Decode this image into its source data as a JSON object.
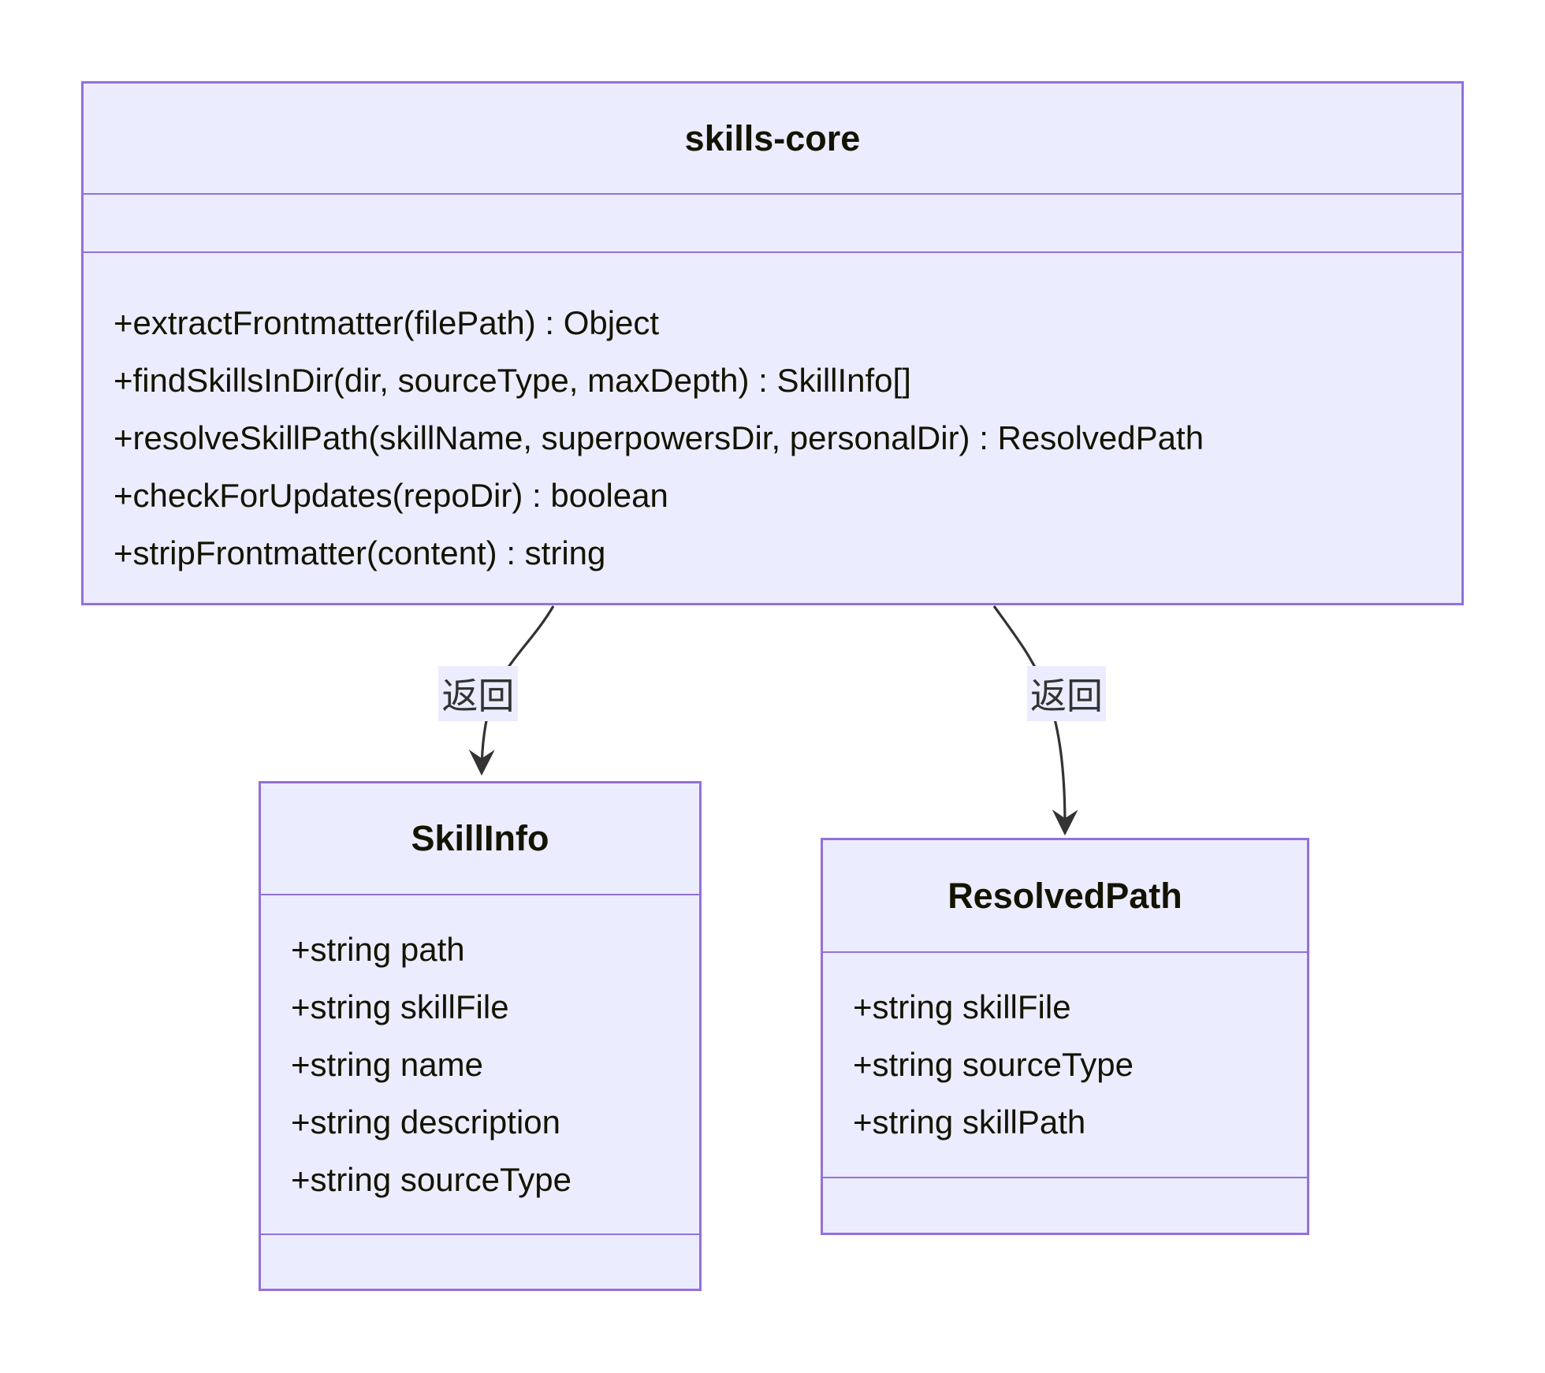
{
  "diagram": {
    "type": "class-diagram",
    "colors": {
      "fill": "#ECECFF",
      "border": "#9370DB",
      "text": "#131300",
      "line": "#333333",
      "label_bg": "#ECECFF"
    },
    "classes": [
      {
        "name": "skills-core",
        "attributes": [],
        "methods": [
          "+extractFrontmatter(filePath) : Object",
          "+findSkillsInDir(dir, sourceType, maxDepth) : SkillInfo[]",
          "+resolveSkillPath(skillName, superpowersDir, personalDir) : ResolvedPath",
          "+checkForUpdates(repoDir) : boolean",
          "+stripFrontmatter(content) : string"
        ]
      },
      {
        "name": "SkillInfo",
        "attributes": [
          "+string path",
          "+string skillFile",
          "+string name",
          "+string description",
          "+string sourceType"
        ],
        "methods": []
      },
      {
        "name": "ResolvedPath",
        "attributes": [
          "+string skillFile",
          "+string sourceType",
          "+string skillPath"
        ],
        "methods": []
      }
    ],
    "edges": [
      {
        "from": "skills-core",
        "to": "SkillInfo",
        "label": "返回"
      },
      {
        "from": "skills-core",
        "to": "ResolvedPath",
        "label": "返回"
      }
    ]
  }
}
